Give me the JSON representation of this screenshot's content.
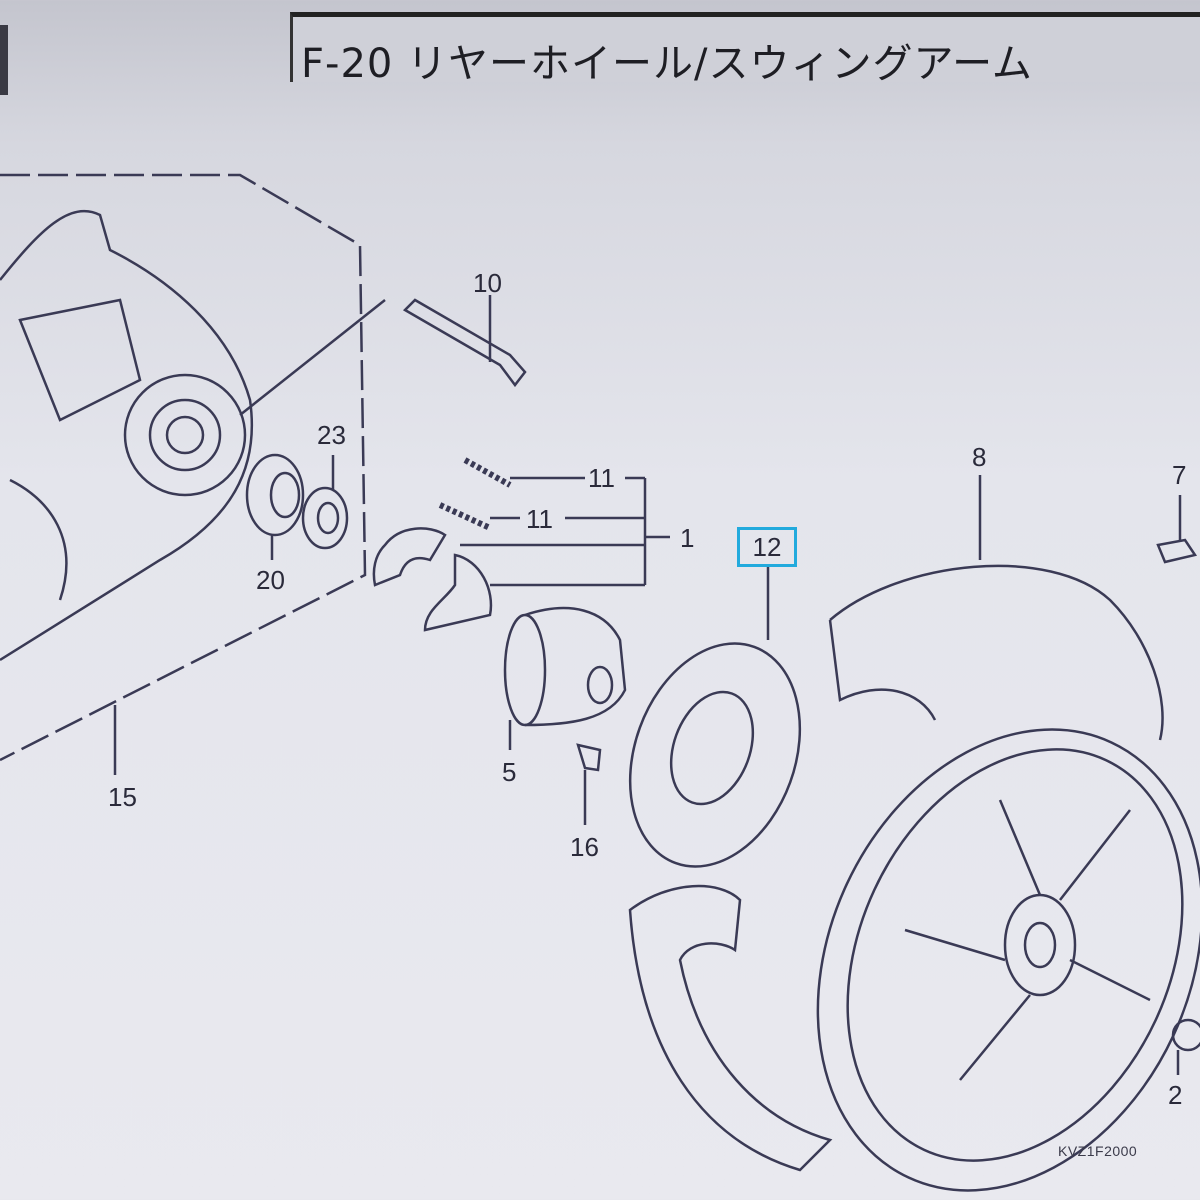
{
  "header": {
    "title": "F-20 リヤーホイール/スウィングアーム"
  },
  "diagram": {
    "labels": {
      "p10": "10",
      "p23": "23",
      "p20": "20",
      "p11a": "11",
      "p11b": "11",
      "p1": "1",
      "p12": "12",
      "p8": "8",
      "p7": "7",
      "p15": "15",
      "p5": "5",
      "p16": "16",
      "p2": "2"
    },
    "highlight_color": "#22aadd",
    "drawing_code": "KVZ1F2000"
  }
}
